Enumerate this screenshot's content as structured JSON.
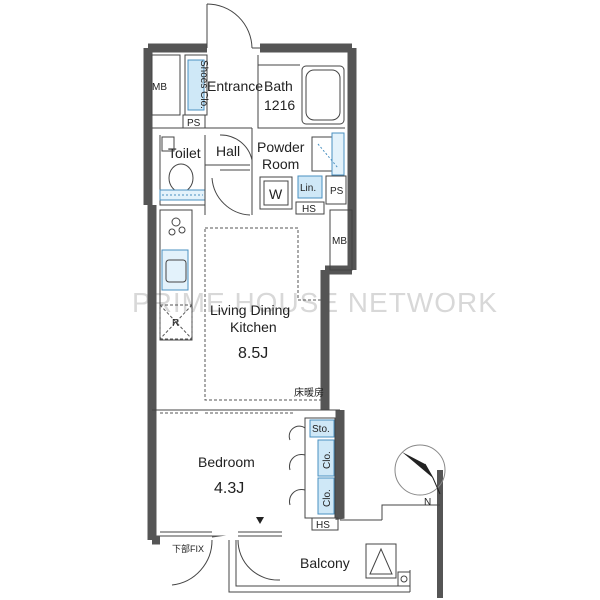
{
  "rooms": {
    "mb_top": "MB",
    "shoes": "Shoes Clo.",
    "entrance": "Entrance",
    "bath": "Bath",
    "bath_size": "1216",
    "ps_top": "PS",
    "toilet": "Toilet",
    "hall": "Hall",
    "powder_line1": "Powder",
    "powder_line2": "Room",
    "w": "W",
    "lin": "Lin.",
    "ps_right": "PS",
    "hs_top": "HS",
    "mb_right": "MB",
    "r": "R",
    "ldk_line1": "Living Dining",
    "ldk_line2": "Kitchen",
    "ldk_size": "8.5J",
    "floor_heating": "床暖房",
    "sto": "Sto.",
    "clo1": "Clo.",
    "clo2": "Clo.",
    "bedroom": "Bedroom",
    "bedroom_size": "4.3J",
    "hs_bottom": "HS",
    "lower_fix": "下部FIX",
    "balcony": "Balcony"
  },
  "compass": {
    "label": "N"
  },
  "watermark": "PRIME HOUSE NETWORK"
}
